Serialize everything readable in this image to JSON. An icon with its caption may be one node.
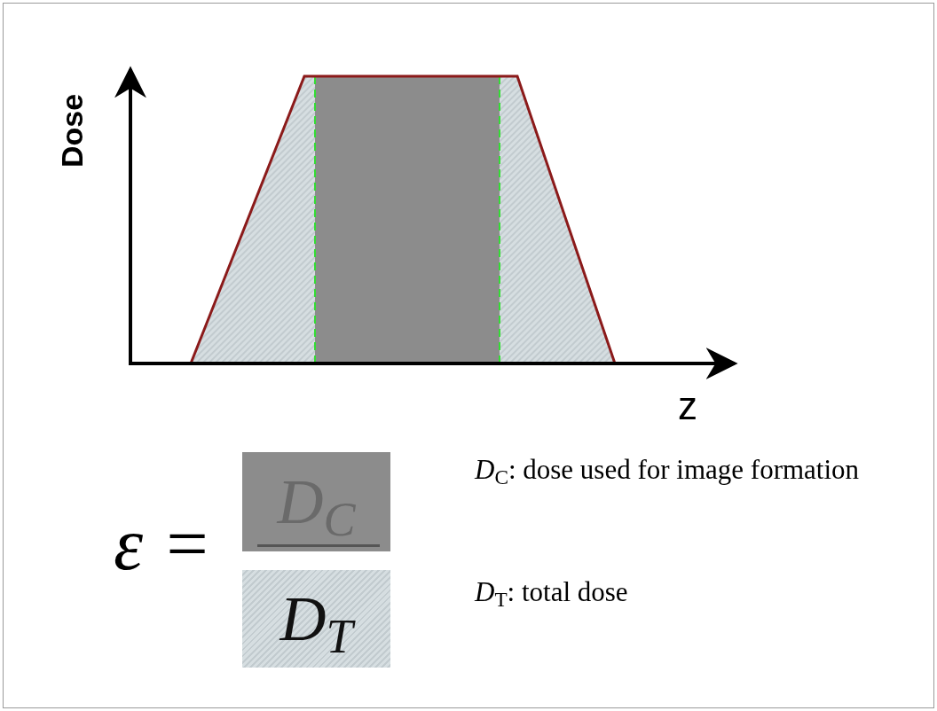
{
  "diagram": {
    "nodes": [
      {
        "text": [
          "D$_{C}$"
        ]
      },
      {
        "text": [
          "D$_{T}$"
        ]
      }
    ],
    "labels": [
      "Dose",
      "z",
      "ε =",
      "*D*$_{C}$: dose used for image formation",
      "*D*$_{T}$: total dose"
    ]
  }
}
